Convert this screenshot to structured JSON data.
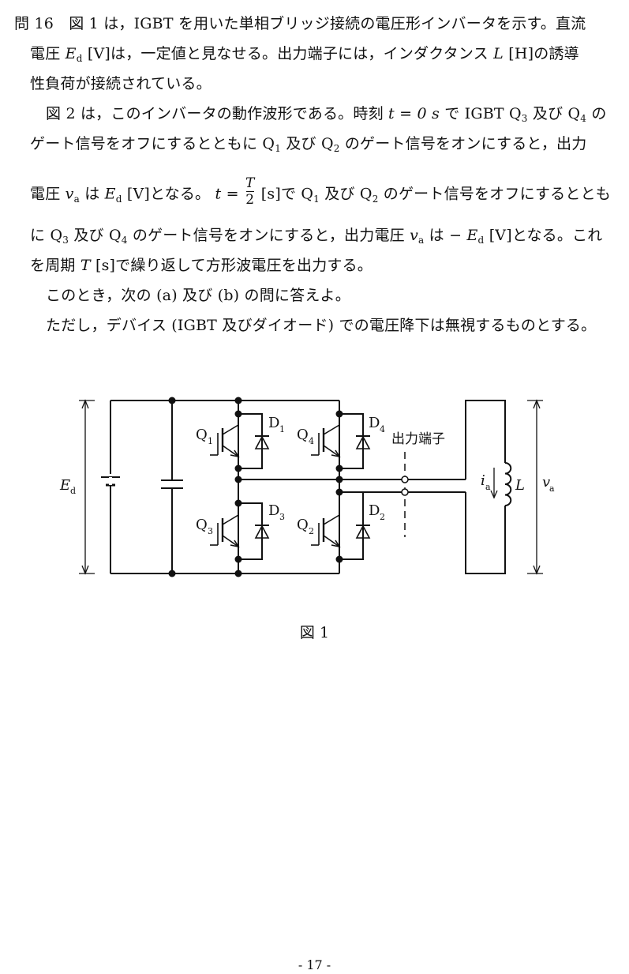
{
  "problem": {
    "number": "問 16",
    "l1": "図 1 は，IGBT を用いた単相ブリッジ接続の電圧形インバータを示す。直流",
    "l2a": "電圧",
    "l2b": "[V]は，一定値と見なせる。出力端子には，インダクタンス",
    "l2c": "[H]の誘導",
    "l3": "性負荷が接続されている。",
    "l4a": "図 2 は，このインバータの動作波形である。時刻",
    "l4b": "で IGBT  Q",
    "l4c": "及び Q",
    "l4d": "の",
    "l5a": "ゲート信号をオフにするとともに Q",
    "l5b": "及び Q",
    "l5c": "のゲート信号をオンにすると，出力",
    "l6a": "電圧",
    "l6b": "は",
    "l6c": "[V]となる。",
    "l6d": "[s]で Q",
    "l6e": "及び Q",
    "l6f": "のゲート信号をオフにするととも",
    "l7a": "に Q",
    "l7b": "及び Q",
    "l7c": "のゲート信号をオンにすると，出力電圧",
    "l7d": "は",
    "l7e": "[V]となる。これ",
    "l8a": "を周期",
    "l8b": "[s]で繰り返して方形波電圧を出力する。",
    "l9": "このとき，次の (a) 及び (b) の問に答えよ。",
    "l10": "ただし，デバイス (IGBT 及びダイオード) での電圧降下は無視するものとする。",
    "t_zero": "t = 0 s",
    "T": "T",
    "two": "2",
    "t_eq": "t =",
    "E": "E",
    "d": "d",
    "minusE": "− E",
    "L": "L",
    "v": "v",
    "a": "a",
    "s1": "1",
    "s2": "2",
    "s3": "3",
    "s4": "4"
  },
  "figure": {
    "caption": "図 1",
    "labels": {
      "Ed": "E",
      "Ed_sub": "d",
      "Q1": "Q",
      "Q1_sub": "1",
      "Q2": "Q",
      "Q2_sub": "2",
      "Q3": "Q",
      "Q3_sub": "3",
      "Q4": "Q",
      "Q4_sub": "4",
      "D1": "D",
      "D1_sub": "1",
      "D2": "D",
      "D2_sub": "2",
      "D3": "D",
      "D3_sub": "3",
      "D4": "D",
      "D4_sub": "4",
      "output_terminal": "出力端子",
      "ia": "i",
      "ia_sub": "a",
      "L": "L",
      "va": "v",
      "va_sub": "a"
    }
  },
  "page_number": "- 17 -"
}
